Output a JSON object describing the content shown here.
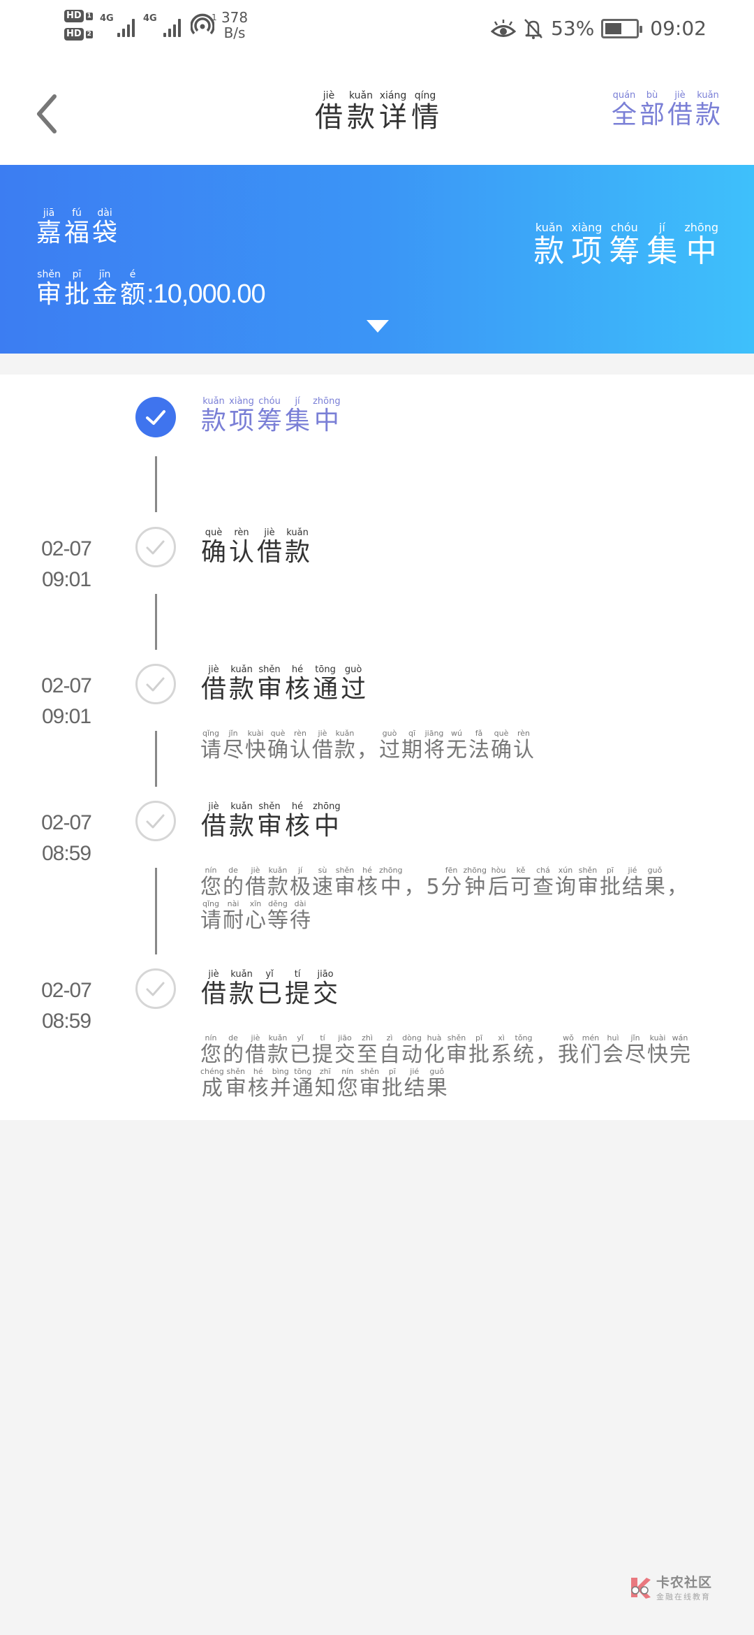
{
  "status_bar": {
    "sim1": {
      "badge": "HD",
      "slot": "1",
      "network": "4G"
    },
    "sim2": {
      "badge": "HD",
      "slot": "2",
      "network": "4G"
    },
    "hotspot_count": "1",
    "net_speed_value": "378",
    "net_speed_unit": "B/s",
    "icons": [
      "hd-icon",
      "signal-icon",
      "hotspot-icon",
      "eye-comfort-icon",
      "bell-muted-icon",
      "battery-icon"
    ],
    "battery_percent": "53%",
    "battery_level": 53,
    "time": "09:02"
  },
  "header": {
    "back_icon": "chevron-left-icon",
    "title": [
      {
        "ch": "借",
        "py": "jiè"
      },
      {
        "ch": "款",
        "py": "kuǎn"
      },
      {
        "ch": "详",
        "py": "xiáng"
      },
      {
        "ch": "情",
        "py": "qíng"
      }
    ],
    "title_text": "借款详情",
    "all_loans": [
      {
        "ch": "全",
        "py": "quán"
      },
      {
        "ch": "部",
        "py": "bù"
      },
      {
        "ch": "借",
        "py": "jiè"
      },
      {
        "ch": "款",
        "py": "kuǎn"
      }
    ],
    "all_loans_text": "全部借款",
    "accent_color": "#7a7fd6"
  },
  "banner": {
    "product_name": [
      {
        "ch": "嘉",
        "py": "jiā"
      },
      {
        "ch": "福",
        "py": "fú"
      },
      {
        "ch": "袋",
        "py": "dài"
      }
    ],
    "product_name_text": "嘉福袋",
    "amount_label": [
      {
        "ch": "审",
        "py": "shěn"
      },
      {
        "ch": "批",
        "py": "pī"
      },
      {
        "ch": "金",
        "py": "jīn"
      },
      {
        "ch": "额",
        "py": "é"
      }
    ],
    "amount_label_text": "审批金额",
    "amount_value": ":10,000.00",
    "status": [
      {
        "ch": "款",
        "py": "kuǎn"
      },
      {
        "ch": "项",
        "py": "xiàng"
      },
      {
        "ch": "筹",
        "py": "chóu"
      },
      {
        "ch": "集",
        "py": "jí"
      },
      {
        "ch": "中",
        "py": "zhōng"
      }
    ],
    "status_text": "款项筹集中",
    "expand_icon": "triangle-down-icon",
    "gradient_start": "#3c7df2",
    "gradient_end": "#3ec0fb"
  },
  "timeline": {
    "steps": [
      {
        "date": "",
        "time": "",
        "state": "current",
        "title": [
          {
            "ch": "款",
            "py": "kuǎn"
          },
          {
            "ch": "项",
            "py": "xiàng"
          },
          {
            "ch": "筹",
            "py": "chóu"
          },
          {
            "ch": "集",
            "py": "jí"
          },
          {
            "ch": "中",
            "py": "zhōng"
          }
        ],
        "title_text": "款项筹集中",
        "desc": [],
        "desc_text": ""
      },
      {
        "date": "02-07",
        "time": "09:01",
        "state": "done",
        "title": [
          {
            "ch": "确",
            "py": "què"
          },
          {
            "ch": "认",
            "py": "rèn"
          },
          {
            "ch": "借",
            "py": "jiè"
          },
          {
            "ch": "款",
            "py": "kuǎn"
          }
        ],
        "title_text": "确认借款",
        "desc": [],
        "desc_text": ""
      },
      {
        "date": "02-07",
        "time": "09:01",
        "state": "done",
        "title": [
          {
            "ch": "借",
            "py": "jiè"
          },
          {
            "ch": "款",
            "py": "kuǎn"
          },
          {
            "ch": "审",
            "py": "shěn"
          },
          {
            "ch": "核",
            "py": "hé"
          },
          {
            "ch": "通",
            "py": "tōng"
          },
          {
            "ch": "过",
            "py": "guò"
          }
        ],
        "title_text": "借款审核通过",
        "desc": [
          {
            "ch": "请",
            "py": "qǐng"
          },
          {
            "ch": "尽",
            "py": "jǐn"
          },
          {
            "ch": "快",
            "py": "kuài"
          },
          {
            "ch": "确",
            "py": "què"
          },
          {
            "ch": "认",
            "py": "rèn"
          },
          {
            "ch": "借",
            "py": "jiè"
          },
          {
            "ch": "款",
            "py": "kuǎn"
          },
          {
            "ch": "，",
            "py": ""
          },
          {
            "ch": "过",
            "py": "guò"
          },
          {
            "ch": "期",
            "py": "qī"
          },
          {
            "ch": "将",
            "py": "jiāng"
          },
          {
            "ch": "无",
            "py": "wú"
          },
          {
            "ch": "法",
            "py": "fǎ"
          },
          {
            "ch": "确",
            "py": "què"
          },
          {
            "ch": "认",
            "py": "rèn"
          }
        ],
        "desc_text": "请尽快确认借款，过期将无法确认"
      },
      {
        "date": "02-07",
        "time": "08:59",
        "state": "done",
        "title": [
          {
            "ch": "借",
            "py": "jiè"
          },
          {
            "ch": "款",
            "py": "kuǎn"
          },
          {
            "ch": "审",
            "py": "shěn"
          },
          {
            "ch": "核",
            "py": "hé"
          },
          {
            "ch": "中",
            "py": "zhōng"
          }
        ],
        "title_text": "借款审核中",
        "desc": [
          {
            "ch": "您",
            "py": "nín"
          },
          {
            "ch": "的",
            "py": "de"
          },
          {
            "ch": "借",
            "py": "jiè"
          },
          {
            "ch": "款",
            "py": "kuǎn"
          },
          {
            "ch": "极",
            "py": "jí"
          },
          {
            "ch": "速",
            "py": "sù"
          },
          {
            "ch": "审",
            "py": "shěn"
          },
          {
            "ch": "核",
            "py": "hé"
          },
          {
            "ch": "中",
            "py": "zhōng"
          },
          {
            "ch": "，",
            "py": ""
          },
          {
            "ch": "5",
            "py": ""
          },
          {
            "ch": "分",
            "py": "fēn"
          },
          {
            "ch": "钟",
            "py": "zhōng"
          },
          {
            "ch": "后",
            "py": "hòu"
          },
          {
            "ch": "可",
            "py": "kě"
          },
          {
            "ch": "查",
            "py": "chá"
          },
          {
            "ch": "询",
            "py": "xún"
          },
          {
            "ch": "审",
            "py": "shěn"
          },
          {
            "ch": "批",
            "py": "pī"
          },
          {
            "ch": "结",
            "py": "jié"
          },
          {
            "ch": "果",
            "py": "guǒ"
          },
          {
            "ch": "，",
            "py": ""
          },
          {
            "ch": "请",
            "py": "qǐng"
          },
          {
            "ch": "耐",
            "py": "nài"
          },
          {
            "ch": "心",
            "py": "xīn"
          },
          {
            "ch": "等",
            "py": "děng"
          },
          {
            "ch": "待",
            "py": "dài"
          }
        ],
        "desc_text": "您的借款极速审核中，5分钟后可查询审批结果，请耐心等待"
      },
      {
        "date": "02-07",
        "time": "08:59",
        "state": "done",
        "title": [
          {
            "ch": "借",
            "py": "jiè"
          },
          {
            "ch": "款",
            "py": "kuǎn"
          },
          {
            "ch": "已",
            "py": "yǐ"
          },
          {
            "ch": "提",
            "py": "tí"
          },
          {
            "ch": "交",
            "py": "jiāo"
          }
        ],
        "title_text": "借款已提交",
        "desc": [
          {
            "ch": "您",
            "py": "nín"
          },
          {
            "ch": "的",
            "py": "de"
          },
          {
            "ch": "借",
            "py": "jiè"
          },
          {
            "ch": "款",
            "py": "kuǎn"
          },
          {
            "ch": "已",
            "py": "yǐ"
          },
          {
            "ch": "提",
            "py": "tí"
          },
          {
            "ch": "交",
            "py": "jiāo"
          },
          {
            "ch": "至",
            "py": "zhì"
          },
          {
            "ch": "自",
            "py": "zì"
          },
          {
            "ch": "动",
            "py": "dòng"
          },
          {
            "ch": "化",
            "py": "huà"
          },
          {
            "ch": "审",
            "py": "shěn"
          },
          {
            "ch": "批",
            "py": "pī"
          },
          {
            "ch": "系",
            "py": "xì"
          },
          {
            "ch": "统",
            "py": "tǒng"
          },
          {
            "ch": "，",
            "py": ""
          },
          {
            "ch": "我",
            "py": "wǒ"
          },
          {
            "ch": "们",
            "py": "mén"
          },
          {
            "ch": "会",
            "py": "huì"
          },
          {
            "ch": "尽",
            "py": "jǐn"
          },
          {
            "ch": "快",
            "py": "kuài"
          },
          {
            "ch": "完",
            "py": "wán"
          },
          {
            "ch": "成",
            "py": "chéng"
          },
          {
            "ch": "审",
            "py": "shěn"
          },
          {
            "ch": "核",
            "py": "hé"
          },
          {
            "ch": "并",
            "py": "bìng"
          },
          {
            "ch": "通",
            "py": "tōng"
          },
          {
            "ch": "知",
            "py": "zhī"
          },
          {
            "ch": "您",
            "py": "nín"
          },
          {
            "ch": "审",
            "py": "shěn"
          },
          {
            "ch": "批",
            "py": "pī"
          },
          {
            "ch": "结",
            "py": "jié"
          },
          {
            "ch": "果",
            "py": "guǒ"
          }
        ],
        "desc_text": "您的借款已提交至自动化审批系统，我们会尽快完成审核并通知您审批结果"
      }
    ],
    "done_color": "#3f74ee",
    "muted_icon_color": "#d6d6d6"
  },
  "watermark": {
    "title": "卡农社区",
    "subtitle": "金融在线教育"
  }
}
